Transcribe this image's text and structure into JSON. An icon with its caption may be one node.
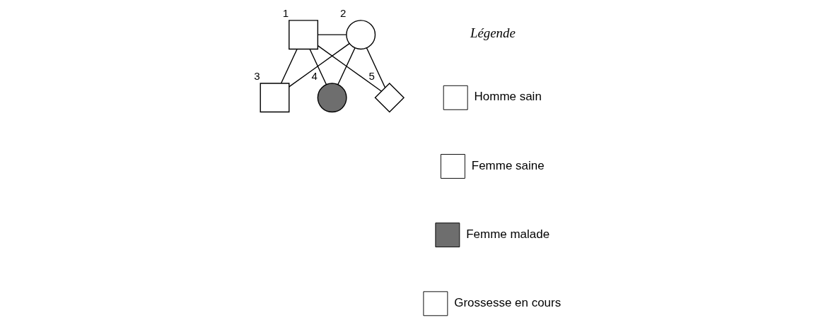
{
  "diagram": {
    "nodes": [
      {
        "text": [],
        "shape": "box",
        "beside": [
          "1"
        ]
      },
      {
        "text": [],
        "shape": "circle",
        "beside": [
          "2"
        ]
      },
      {
        "text": [],
        "shape": "box",
        "beside": [
          "3"
        ]
      },
      {
        "text": [],
        "shape": "circle",
        "beside": [
          "4"
        ]
      },
      {
        "text": [],
        "shape": "diamond",
        "beside": [
          "5"
        ]
      }
    ],
    "edges": [
      {
        "from": 0,
        "to": 1,
        "arrow": "none"
      },
      {
        "from": 0,
        "to": 2,
        "arrow": "none"
      },
      {
        "from": 0,
        "to": 3,
        "arrow": "none"
      },
      {
        "from": 0,
        "to": 4,
        "arrow": "none"
      },
      {
        "from": 1,
        "to": 2,
        "arrow": "none"
      },
      {
        "from": 1,
        "to": 3,
        "arrow": "none"
      },
      {
        "from": 1,
        "to": 4,
        "arrow": "none"
      }
    ],
    "labels": [
      "Légende"
    ],
    "legend": [
      {
        "text": "Homme sain"
      },
      {
        "text": "Femme saine"
      },
      {
        "text": "Femme malade"
      },
      {
        "text": "Grossesse en cours"
      }
    ]
  }
}
